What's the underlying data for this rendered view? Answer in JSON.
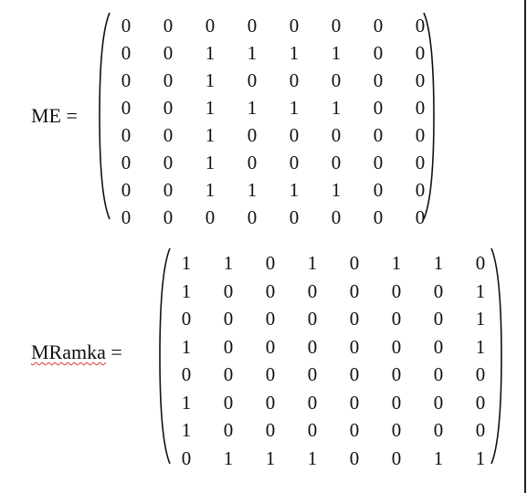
{
  "matrices": [
    {
      "name": "ME",
      "underlined": false,
      "label_suffix": " =",
      "rows": [
        [
          "0",
          "0",
          "0",
          "0",
          "0",
          "0",
          "0",
          "0"
        ],
        [
          "0",
          "0",
          "1",
          "1",
          "1",
          "1",
          "0",
          "0"
        ],
        [
          "0",
          "0",
          "1",
          "0",
          "0",
          "0",
          "0",
          "0"
        ],
        [
          "0",
          "0",
          "1",
          "1",
          "1",
          "1",
          "0",
          "0"
        ],
        [
          "0",
          "0",
          "1",
          "0",
          "0",
          "0",
          "0",
          "0"
        ],
        [
          "0",
          "0",
          "1",
          "0",
          "0",
          "0",
          "0",
          "0"
        ],
        [
          "0",
          "0",
          "1",
          "1",
          "1",
          "1",
          "0",
          "0"
        ],
        [
          "0",
          "0",
          "0",
          "0",
          "0",
          "0",
          "0",
          "0"
        ]
      ]
    },
    {
      "name": "MRamka",
      "underlined": true,
      "label_suffix": " =",
      "rows": [
        [
          "1",
          "1",
          "0",
          "1",
          "0",
          "1",
          "1",
          "0"
        ],
        [
          "1",
          "0",
          "0",
          "0",
          "0",
          "0",
          "0",
          "1"
        ],
        [
          "0",
          "0",
          "0",
          "0",
          "0",
          "0",
          "0",
          "1"
        ],
        [
          "1",
          "0",
          "0",
          "0",
          "0",
          "0",
          "0",
          "1"
        ],
        [
          "0",
          "0",
          "0",
          "0",
          "0",
          "0",
          "0",
          "0"
        ],
        [
          "1",
          "0",
          "0",
          "0",
          "0",
          "0",
          "0",
          "0"
        ],
        [
          "1",
          "0",
          "0",
          "0",
          "0",
          "0",
          "0",
          "0"
        ],
        [
          "0",
          "1",
          "1",
          "1",
          "0",
          "0",
          "1",
          "1"
        ]
      ]
    }
  ]
}
